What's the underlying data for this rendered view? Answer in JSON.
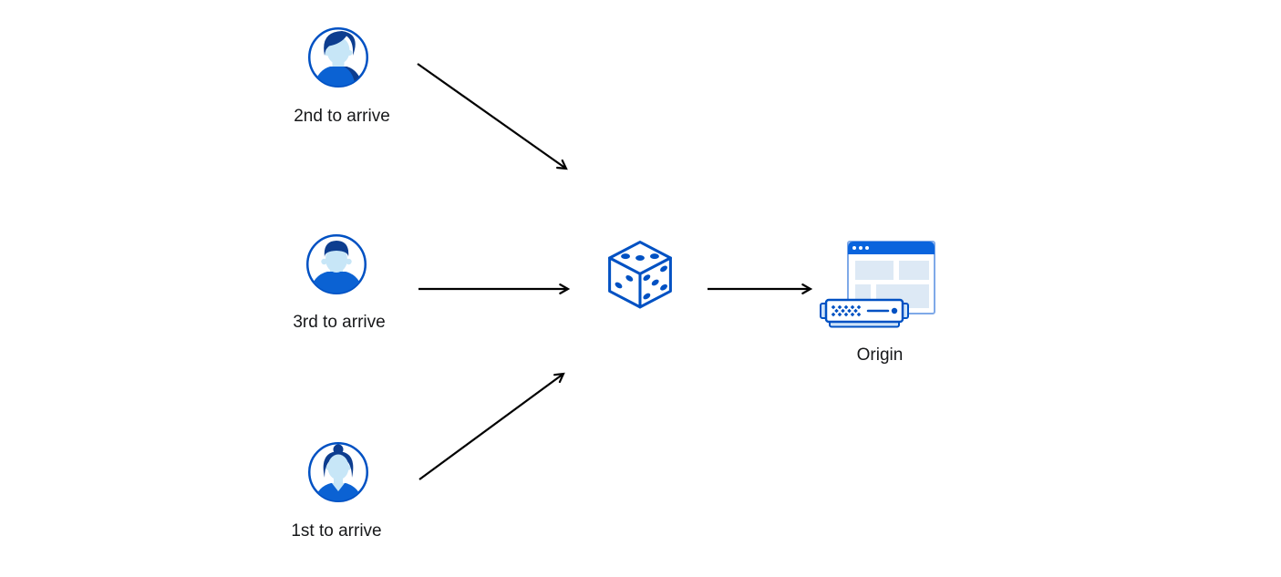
{
  "diagram": {
    "description": "Three visitors arrive in different order, pass through a random dice selector, and are forwarded to the Origin server",
    "visitors": [
      {
        "id": "visitor-top",
        "label": "2nd to arrive",
        "icon": "man-avatar-icon"
      },
      {
        "id": "visitor-middle",
        "label": "3rd to arrive",
        "icon": "man-flattop-avatar-icon"
      },
      {
        "id": "visitor-bottom",
        "label": "1st to arrive",
        "icon": "woman-avatar-icon"
      }
    ],
    "selector": {
      "id": "random-selector",
      "icon": "dice-icon"
    },
    "origin": {
      "id": "origin",
      "label": "Origin",
      "icon": "origin-server-icon"
    },
    "arrows": [
      {
        "from": "visitor-top",
        "to": "random-selector"
      },
      {
        "from": "visitor-middle",
        "to": "random-selector"
      },
      {
        "from": "visitor-bottom",
        "to": "random-selector"
      },
      {
        "from": "random-selector",
        "to": "origin"
      }
    ],
    "colors": {
      "brand-blue": "#0051c3",
      "navy": "#0d3d8f",
      "skin-blue": "#c7e6f7",
      "shirt-blue": "#0b62d3",
      "titlebar-blue": "#0a64dd",
      "panel-blue": "#dde9f5",
      "window-border-blue": "#7fa9e8",
      "tab-fill-blue": "#cfe3f8",
      "arrow-black": "#000000",
      "text-color": "#17181a",
      "background": "#ffffff"
    }
  }
}
